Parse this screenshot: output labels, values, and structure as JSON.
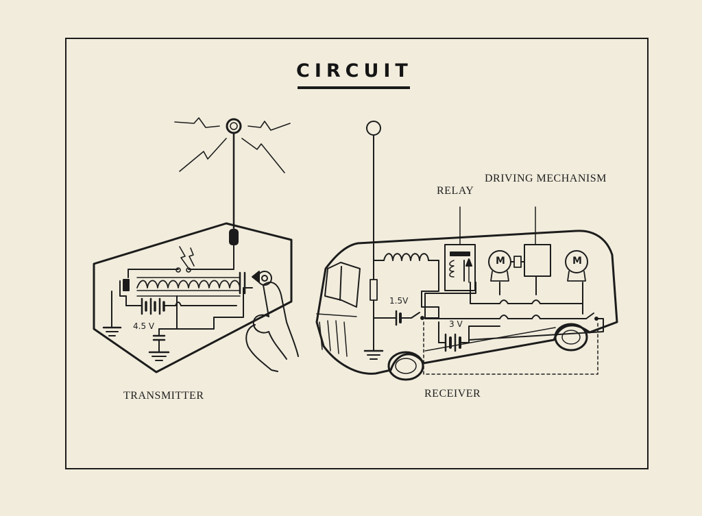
{
  "title": "CIRCUIT",
  "labels": {
    "transmitter": "TRANSMITTER",
    "receiver": "RECEIVER",
    "relay": "RELAY",
    "driving_mechanism": "DRIVING MECHANISM"
  },
  "voltages": {
    "transmitter_battery": "4.5 V",
    "receiver_battery_small": "1.5V",
    "receiver_battery_motor": "3 V"
  },
  "motor_symbol": "M",
  "colors": {
    "paper": "#f1ecdc",
    "ink": "#1c1c1c"
  }
}
